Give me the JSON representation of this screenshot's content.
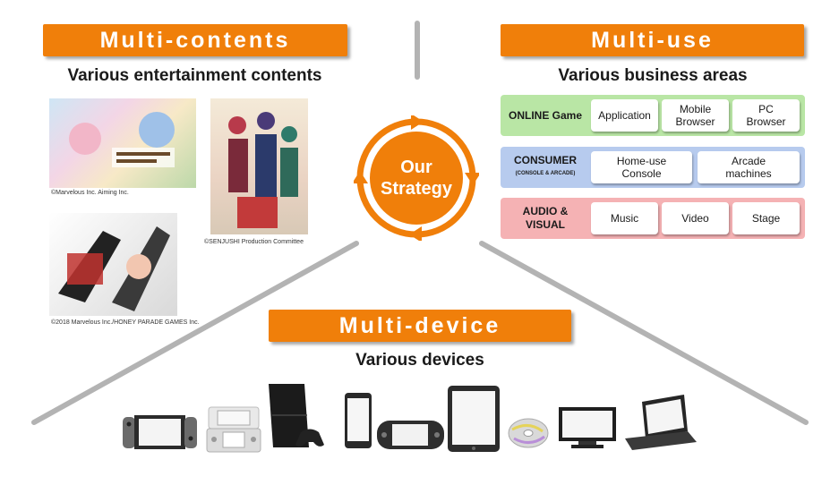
{
  "multi_contents": {
    "banner": "Multi-contents",
    "subtitle": "Various entertainment contents",
    "captions": {
      "game1": "©Marvelous Inc. Aiming Inc.",
      "game2": "©SENJUSHI Production Committee",
      "game3": "©2018 Marvelous Inc./HONEY PARADE GAMES Inc."
    }
  },
  "multi_use": {
    "banner": "Multi-use",
    "subtitle": "Various business areas",
    "rows": [
      {
        "label": "ONLINE Game",
        "sublabel": "",
        "color": "#b9e6a5",
        "chips": [
          {
            "line1": "Application",
            "line2": ""
          },
          {
            "line1": "Mobile",
            "line2": "Browser"
          },
          {
            "line1": "PC",
            "line2": "Browser"
          }
        ]
      },
      {
        "label": "CONSUMER",
        "sublabel": "(CONSOLE & ARCADE)",
        "color": "#b7cbee",
        "chips": [
          {
            "line1": "Home-use",
            "line2": "Console"
          },
          {
            "line1": "Arcade",
            "line2": "machines"
          }
        ]
      },
      {
        "label": "AUDIO &",
        "sublabel": "VISUAL",
        "color": "#f5b2b4",
        "chips": [
          {
            "line1": "Music",
            "line2": ""
          },
          {
            "line1": "Video",
            "line2": ""
          },
          {
            "line1": "Stage",
            "line2": ""
          }
        ]
      }
    ]
  },
  "strategy": {
    "line1": "Our",
    "line2": "Strategy"
  },
  "multi_device": {
    "banner": "Multi-device",
    "subtitle": "Various devices",
    "devices": [
      "nintendo-switch-icon",
      "new-3ds-icon",
      "playstation-4-icon",
      "smartphone-icon",
      "ps-vita-icon",
      "tablet-icon",
      "disc-icon",
      "monitor-icon",
      "laptop-icon"
    ]
  },
  "colors": {
    "accent": "#f07f0a",
    "divider": "#b3b3b3"
  }
}
